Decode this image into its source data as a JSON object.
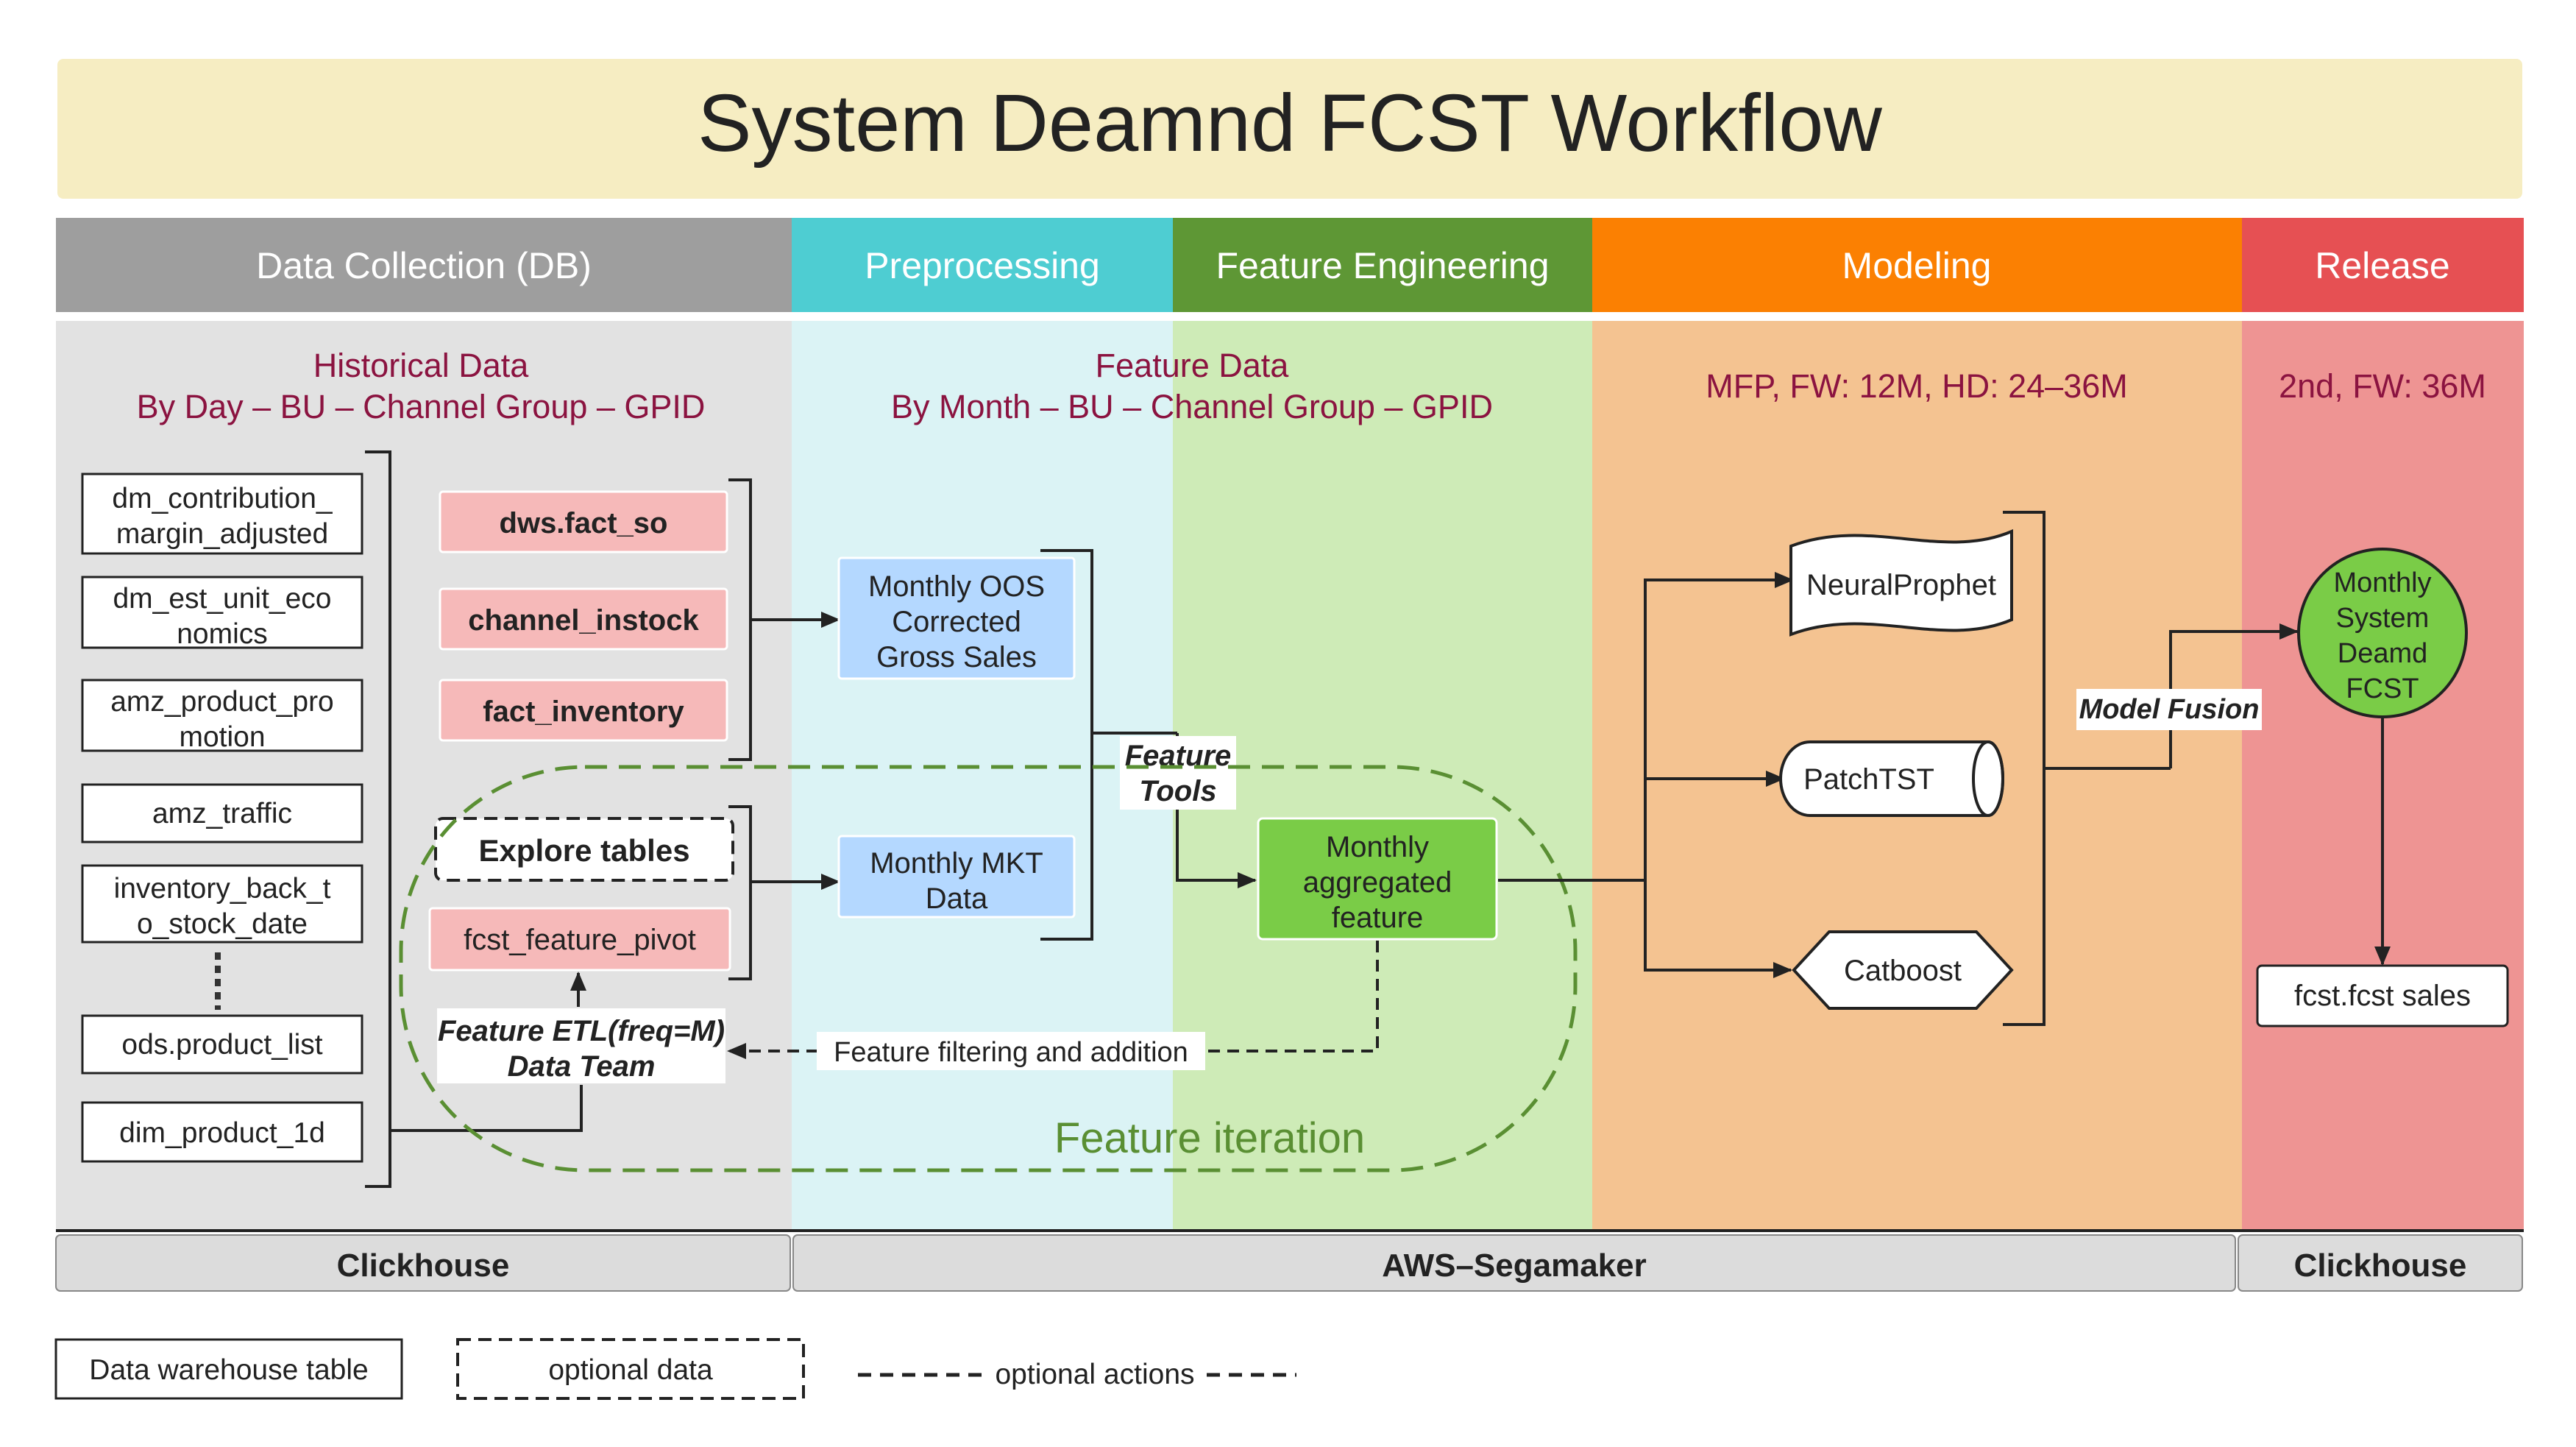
{
  "title": "System Deamnd FCST Workflow",
  "colors": {
    "title_bg": "#F6EDC2",
    "collection": "#9E9E9E",
    "preprocessing": "#4ECDD2",
    "feature_engineering": "#5E9735",
    "modeling": "#FB8002",
    "release": "#E65053",
    "highlight_text": "#8B1340",
    "pink_box": "#F6B9B9",
    "blue_box": "#B4D8FF",
    "green_box": "#7ACC47",
    "iteration": "#5A8F33"
  },
  "stages": [
    {
      "label": "Data Collection (DB)"
    },
    {
      "label": "Preprocessing"
    },
    {
      "label": "Feature Engineering"
    },
    {
      "label": "Modeling"
    },
    {
      "label": "Release"
    }
  ],
  "headers": {
    "historical_line1": "Historical Data",
    "historical_line2": "By  Day – BU – Channel Group – GPID",
    "feature_line1": "Feature Data",
    "feature_line2": "By  Month – BU – Channel Group – GPID",
    "modeling": "MFP, FW: 12M, HD: 24–36M",
    "release": "2nd, FW: 36M"
  },
  "warehouse_tables": [
    {
      "line1": "dm_contribution_",
      "line2": "margin_adjusted"
    },
    {
      "line1": "dm_est_unit_eco",
      "line2": "nomics"
    },
    {
      "line1": "amz_product_pro",
      "line2": "motion"
    },
    {
      "line1": "amz_traffic",
      "line2": ""
    },
    {
      "line1": "inventory_back_t",
      "line2": "o_stock_date"
    },
    {
      "line1": "ods.product_list",
      "line2": ""
    },
    {
      "line1": "dim_product_1d",
      "line2": ""
    }
  ],
  "source_tables": [
    "dws.fact_so",
    "channel_instock",
    "fact_inventory"
  ],
  "explore_tables": "Explore tables",
  "feature_pivot": "fcst_feature_pivot",
  "etl": {
    "line1": "Feature ETL(freq=M)",
    "line2": "Data Team"
  },
  "monthly_oos": {
    "line1": "Monthly OOS",
    "line2": "Corrected",
    "line3": "Gross Sales"
  },
  "monthly_mkt": {
    "line1": "Monthly MKT",
    "line2": "Data"
  },
  "feature_tools": {
    "line1": "Feature",
    "line2": "Tools"
  },
  "aggregated": {
    "line1": "Monthly",
    "line2": "aggregated",
    "line3": "feature"
  },
  "feature_filtering": "Feature filtering and addition",
  "feature_iteration": "Feature iteration",
  "models": [
    "NeuralProphet",
    "PatchTST",
    "Catboost"
  ],
  "model_fusion": "Model Fusion",
  "fcst_circle": {
    "line1": "Monthly",
    "line2": "System",
    "line3": "Deamd",
    "line4": "FCST"
  },
  "fcst_sales": "fcst.fcst sales",
  "platforms": [
    "Clickhouse",
    "AWS–Segamaker",
    "Clickhouse"
  ],
  "legend": {
    "warehouse": "Data warehouse table",
    "optional_data": "optional data",
    "optional_actions": "optional actions"
  }
}
